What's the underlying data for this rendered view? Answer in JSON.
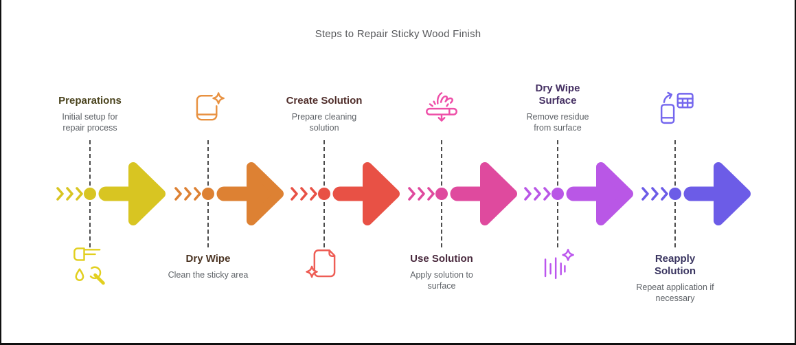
{
  "title": "Steps to Repair Sticky Wood Finish",
  "theme": {
    "background": "#ffffff",
    "frame_border": "#101010",
    "title_text": "#57585b",
    "description_text": "#5f6368",
    "dashed_connector": "#4b4b4b"
  },
  "steps": [
    {
      "title": "Preparations",
      "description": "Initial setup for\nrepair process",
      "color": "#d8c522",
      "icon_color": "#e2cf1f",
      "title_color": "#4a431d",
      "icon": "pipe-wrench-icon",
      "text_position": "top"
    },
    {
      "title": "Dry Wipe",
      "description": "Clean the sticky area",
      "color": "#dd8133",
      "icon_color": "#e89140",
      "title_color": "#4b3423",
      "icon": "wipe-sparkle-icon",
      "text_position": "bottom"
    },
    {
      "title": "Create Solution",
      "description": "Prepare cleaning\nsolution",
      "color": "#e85145",
      "icon_color": "#ee5d55",
      "title_color": "#502e2b",
      "icon": "document-sparkle-icon",
      "text_position": "top"
    },
    {
      "title": "Use Solution",
      "description": "Apply solution to\nsurface",
      "color": "#df4a9e",
      "icon_color": "#ee4fa8",
      "title_color": "#4a2a3e",
      "icon": "apply-swipe-icon",
      "text_position": "bottom"
    },
    {
      "title": "Dry Wipe\nSurface",
      "description": "Remove residue\nfrom surface",
      "color": "#b957e6",
      "icon_color": "#bb55ee",
      "title_color": "#453063",
      "icon": "shine-bars-icon",
      "text_position": "top"
    },
    {
      "title": "Reapply\nSolution",
      "description": "Repeat application if\nnecessary",
      "color": "#6c5ce7",
      "icon_color": "#7466ee",
      "title_color": "#3a3560",
      "icon": "sync-grid-icon",
      "text_position": "bottom"
    }
  ]
}
